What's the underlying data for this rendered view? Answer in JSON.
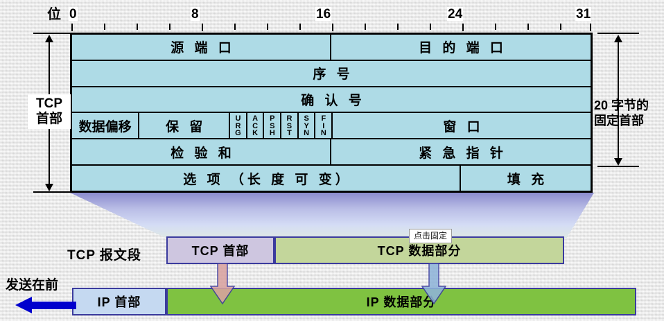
{
  "ruler": {
    "axis_name": "位",
    "ticks": [
      {
        "bit": 0,
        "label": "0",
        "major": true
      },
      {
        "bit": 8,
        "label": "8",
        "major": true
      },
      {
        "bit": 16,
        "label": "16",
        "major": true
      },
      {
        "bit": 24,
        "label": "24",
        "major": true
      },
      {
        "bit": 31,
        "label": "31",
        "major": true
      }
    ],
    "minor_bits": [
      2,
      4,
      6,
      10,
      12,
      14,
      18,
      20,
      22,
      26,
      28,
      30
    ]
  },
  "tcp_header": {
    "fill_color": "#aedbe6",
    "border_color": "#000000",
    "rows": [
      {
        "name": "ports",
        "cells": [
          {
            "label": "源 端 口",
            "bits": 16
          },
          {
            "label": "目 的 端 口",
            "bits": 16
          }
        ]
      },
      {
        "name": "sequence-number",
        "cells": [
          {
            "label": "序 号",
            "bits": 32
          }
        ]
      },
      {
        "name": "acknowledgement-number",
        "cells": [
          {
            "label": "确 认 号",
            "bits": 32
          }
        ]
      },
      {
        "name": "offset-reserved-flags-window",
        "cells": [
          {
            "label": "数据偏移",
            "bits": 4
          },
          {
            "label": "保 留",
            "bits": 6
          },
          {
            "label": "窗 口",
            "bits": 16
          }
        ],
        "flags": [
          "URG",
          "ACK",
          "PSH",
          "RST",
          "SYN",
          "FIN"
        ]
      },
      {
        "name": "checksum-urgent-pointer",
        "cells": [
          {
            "label": "检 验 和",
            "bits": 16
          },
          {
            "label": "紧 急 指 针",
            "bits": 16
          }
        ]
      },
      {
        "name": "options-padding",
        "cells": [
          {
            "label": "选 项 （长 度 可 变）",
            "bits": 24
          },
          {
            "label": "填 充",
            "bits": 8
          }
        ]
      }
    ]
  },
  "annotations": {
    "left_bracket_label_line1": "TCP",
    "left_bracket_label_line2": "首部",
    "right_bracket_label_line1": "20 字节的",
    "right_bracket_label_line2": "固定首部"
  },
  "segment": {
    "row_label": "TCP 报文段",
    "header_box": {
      "label": "TCP 首部",
      "color": "#cec6e0"
    },
    "data_box": {
      "label": "TCP 数据部分",
      "color": "#c3d69b"
    }
  },
  "ip_row": {
    "send_first_label": "发送在前",
    "header_box": {
      "label": "IP 首部",
      "color": "#c5d9f1"
    },
    "data_box": {
      "label": "IP 数据部分",
      "color": "#7fc241"
    },
    "arrow_color": "#0000cd"
  },
  "tooltip": {
    "text": "点击固定"
  },
  "colors": {
    "header_fill": "#aedbe6",
    "tcp_header_box": "#cec6e0",
    "tcp_data_box": "#c3d69b",
    "ip_header_box": "#c5d9f1",
    "ip_data_box": "#7fc241",
    "box_border": "#3b3b9e",
    "send_arrow": "#0000cd",
    "down_arrow_pink": "#d9a3a0",
    "down_arrow_blue": "#8fb4d9",
    "page_background": "#e9e9e9"
  }
}
